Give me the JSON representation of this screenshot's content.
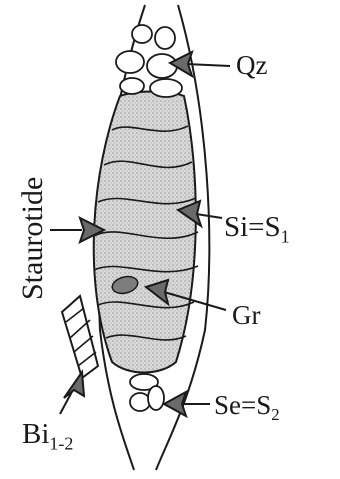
{
  "labels": {
    "quartz": "Qz",
    "internal_schistosity": "Si=S",
    "internal_schistosity_sub": "1",
    "garnet": "Gr",
    "external_schistosity": "Se=S",
    "external_schistosity_sub": "2",
    "biotite": "Bi",
    "biotite_sub": "1-2",
    "staurolite": "Staurotide"
  },
  "colors": {
    "ink": "#1a1a1a",
    "grain_fill": "#d6d6d6",
    "background": "#ffffff"
  }
}
